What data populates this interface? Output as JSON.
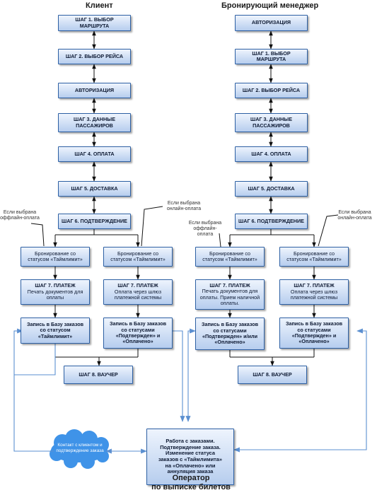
{
  "headers": {
    "client": "Клиент",
    "manager": "Бронирующий менеджер"
  },
  "left": {
    "n1": "ШАГ 1. ВЫБОР МАРШРУТА",
    "n2": "ШАГ 2. ВЫБОР РЕЙСА",
    "n3": "АВТОРИЗАЦИЯ",
    "n4": "ШАГ 3. ДАННЫЕ\nПАССАЖИРОВ",
    "n5": "ШАГ 4. ОПЛАТА",
    "n6": "ШАГ 5. ДОСТАВКА",
    "n7": "ШАГ 6. ПОДТВЕРЖДЕНИЕ",
    "b1": "Бронирование со\nстатусом «Таймлимит»",
    "b2": "Бронирование со\nстатусом «Таймлимит»",
    "p1_title": "ШАГ 7. ПЛАТЕЖ",
    "p1_text": "Печать документов для\nоплаты",
    "p2_title": "ШАГ 7. ПЛАТЕЖ",
    "p2_text": "Оплата через шлюз\nплатежной системы",
    "r1": "Запись в Базу заказов\nсо статусом\n«Таймлимит»",
    "r2": "Запись в Базу заказов\nсо статусами\n«Подтвержден» и\n«Оплачено»",
    "v": "ШАГ 8. ВАУЧЕР",
    "note_offline": "Если выбрана\nоффлайн-оплата",
    "note_online": "Если выбрана\nонлайн-оплата"
  },
  "right": {
    "n1": "АВТОРИЗАЦИЯ",
    "n2": "ШАГ 1. ВЫБОР МАРШРУТА",
    "n3": "ШАГ 2. ВЫБОР РЕЙСА",
    "n4": "ШАГ 3. ДАННЫЕ\nПАССАЖИРОВ",
    "n5": "ШАГ 4. ОПЛАТА",
    "n6": "ШАГ 5. ДОСТАВКА",
    "n7": "ШАГ 6. ПОДТВЕРЖДЕНИЕ",
    "b1": "Бронирование со\nстатусом «Таймлимит»",
    "b2": "Бронирование со\nстатусом «Таймлимит»",
    "p1_title": "ШАГ 7. ПЛАТЕЖ",
    "p1_text": "Печать документов для\nоплаты. Прием наличной\nоплаты.",
    "p2_title": "ШАГ 7. ПЛАТЕЖ",
    "p2_text": "Оплата через шлюз\nплатежной системы",
    "r1": "Запись в Базу заказов\nсо статусами\n«Подтвержден» и/или\n«Оплачено»",
    "r2": "Запись в Базу заказов\nсо статусами\n«Подтвержден» и\n«Оплачено»",
    "v": "ШАГ 8. ВАУЧЕР",
    "note_offline": "Если выбрана\nоффлайн-\nоплата",
    "note_online": "Если выбрана\nонлайн-оплата"
  },
  "operator": {
    "box": "Работа с заказами.\nПодтверждение заказа.\nИзменение статуса\nзаказов с «Таймлимита»\nна «Оплачено» или\nаннуляция заказа",
    "label": "Оператор\nпо выписке билетов"
  },
  "cloud": {
    "text": "Контакт с клиентом и\nподтверждение заказа"
  },
  "colors": {
    "node_border": "#2c5fa3",
    "node_fill_top": "#eef4fd",
    "node_fill_bottom": "#b6cdee",
    "connector_blue": "#5b8fd0",
    "connector_black": "#111111",
    "cloud": "#3f93e8"
  }
}
